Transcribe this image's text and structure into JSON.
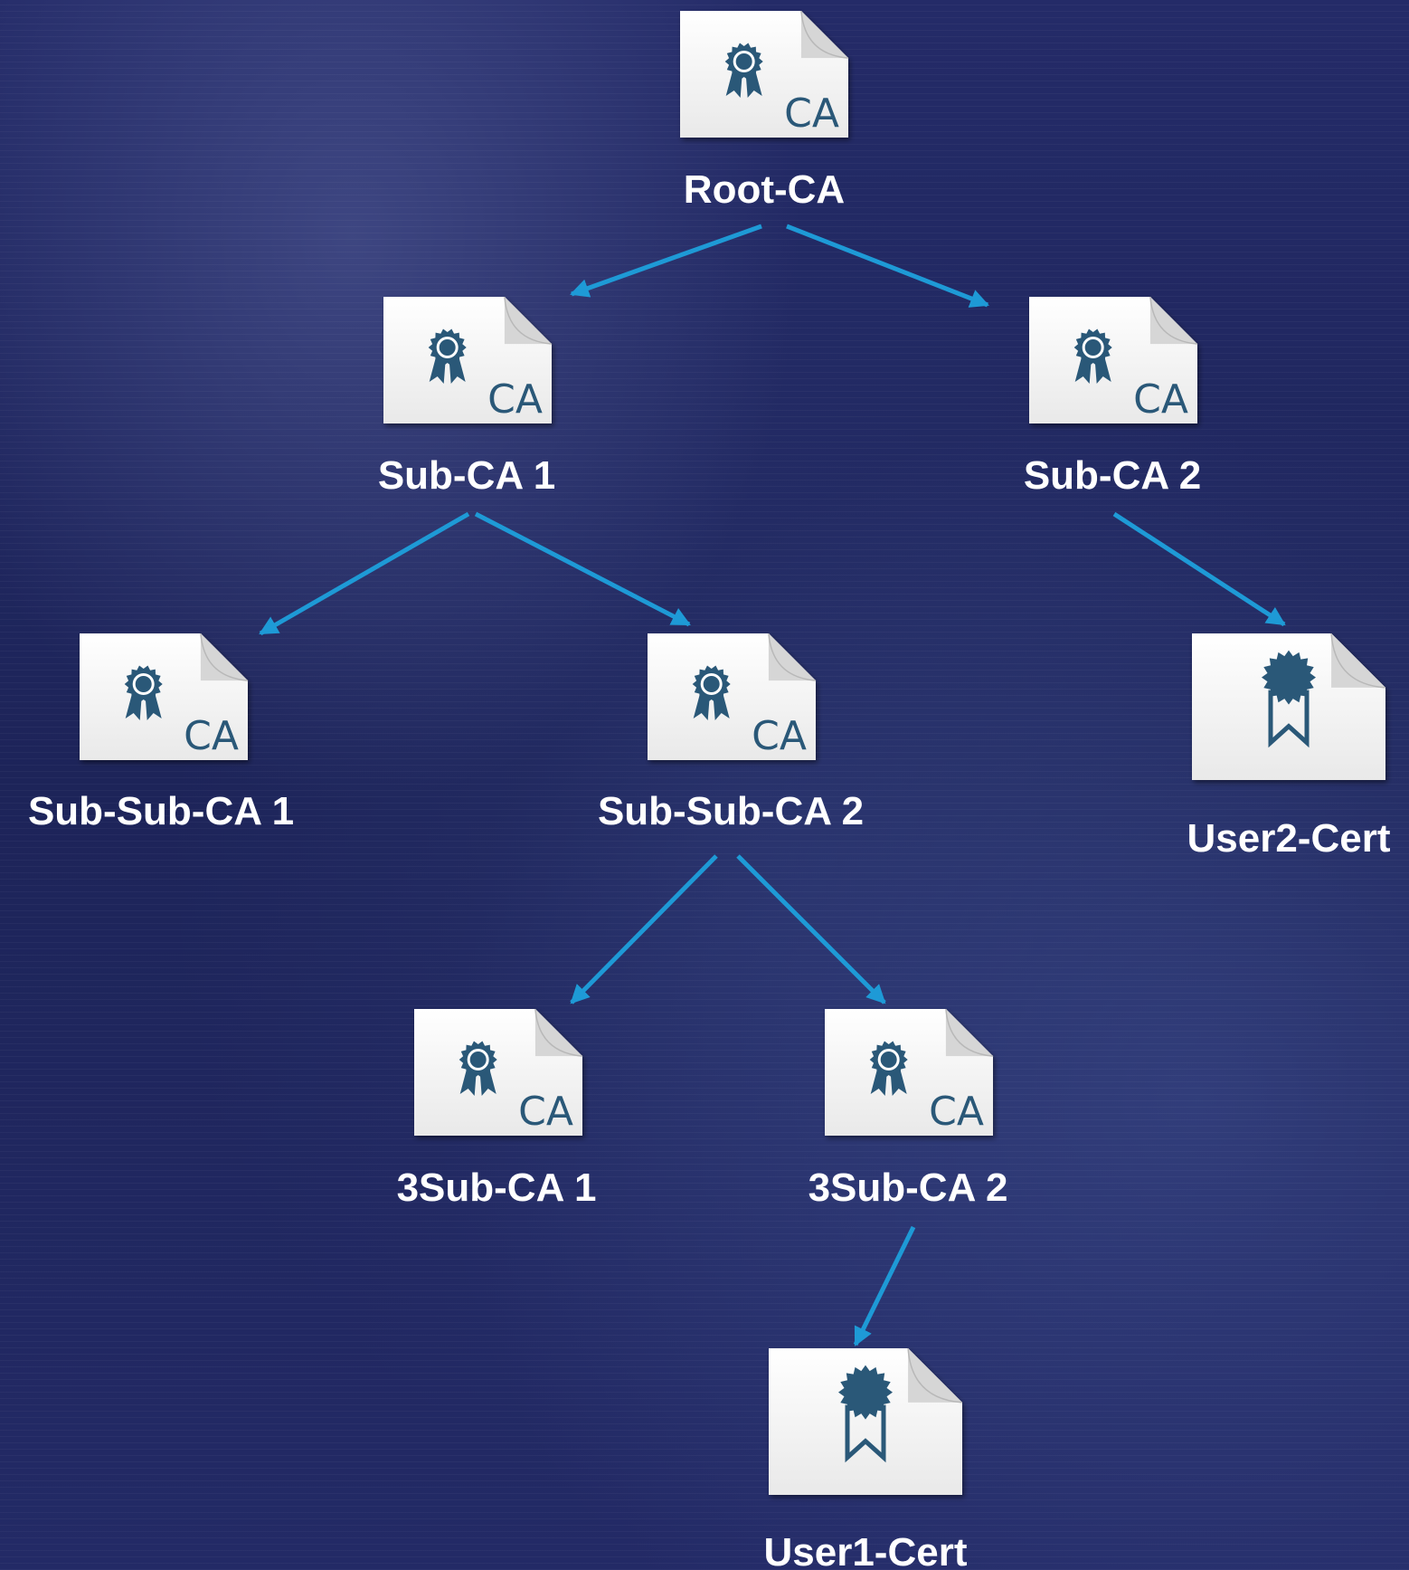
{
  "nodes": [
    {
      "id": "root-ca",
      "label": "Root-CA",
      "kind": "ca",
      "badge": "CA"
    },
    {
      "id": "sub-ca-1",
      "label": "Sub-CA 1",
      "kind": "ca",
      "badge": "CA"
    },
    {
      "id": "sub-ca-2",
      "label": "Sub-CA 2",
      "kind": "ca",
      "badge": "CA"
    },
    {
      "id": "sub-sub-ca-1",
      "label": "Sub-Sub-CA 1",
      "kind": "ca",
      "badge": "CA"
    },
    {
      "id": "sub-sub-ca-2",
      "label": "Sub-Sub-CA 2",
      "kind": "ca",
      "badge": "CA"
    },
    {
      "id": "user2-cert",
      "label": "User2-Cert",
      "kind": "cert"
    },
    {
      "id": "3sub-ca-1",
      "label": "3Sub-CA 1",
      "kind": "ca",
      "badge": "CA"
    },
    {
      "id": "3sub-ca-2",
      "label": "3Sub-CA 2",
      "kind": "ca",
      "badge": "CA"
    },
    {
      "id": "user1-cert",
      "label": "User1-Cert",
      "kind": "cert"
    }
  ],
  "edges": [
    {
      "from": "root-ca",
      "to": "sub-ca-1"
    },
    {
      "from": "root-ca",
      "to": "sub-ca-2"
    },
    {
      "from": "sub-ca-1",
      "to": "sub-sub-ca-1"
    },
    {
      "from": "sub-ca-1",
      "to": "sub-sub-ca-2"
    },
    {
      "from": "sub-ca-2",
      "to": "user2-cert"
    },
    {
      "from": "sub-sub-ca-2",
      "to": "3sub-ca-1"
    },
    {
      "from": "sub-sub-ca-2",
      "to": "3sub-ca-2"
    },
    {
      "from": "3sub-ca-2",
      "to": "user1-cert"
    }
  ],
  "colors": {
    "background": "#1f2660",
    "arrow": "#1e9ad6",
    "label": "#ffffff",
    "icon_paper": "#f4f4f4",
    "icon_emblem": "#2a5878"
  },
  "icons": {
    "ca": "ca-certificate-icon",
    "cert": "certificate-icon"
  }
}
